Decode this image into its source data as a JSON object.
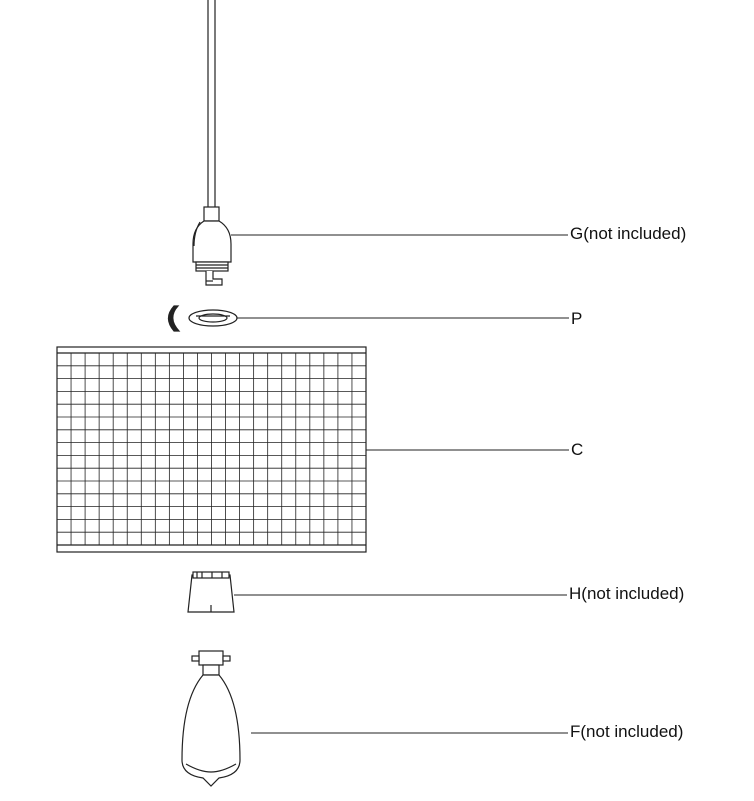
{
  "parts": [
    {
      "id": "G",
      "label": "G(not included)"
    },
    {
      "id": "P",
      "label": "P"
    },
    {
      "id": "C",
      "label": "C"
    },
    {
      "id": "H",
      "label": "H(not included)"
    },
    {
      "id": "F",
      "label": "F(not included)"
    }
  ],
  "colors": {
    "stroke": "#222222",
    "background": "#ffffff",
    "text": "#111111"
  },
  "shade": {
    "grid_columns": 22,
    "grid_rows": 15
  }
}
